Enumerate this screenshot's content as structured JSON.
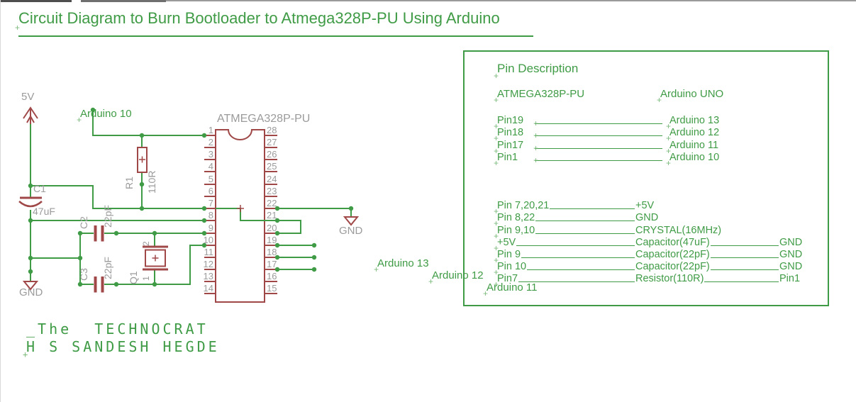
{
  "colors": {
    "green": "#3f9b45",
    "red": "#a04848",
    "gray": "#9b9b9b"
  },
  "title": "Circuit Diagram to Burn Bootloader to Atmega328P-PU Using Arduino",
  "schematic": {
    "ic": {
      "name": "ATMEGA328P-PU",
      "left_pins": [
        "1",
        "2",
        "3",
        "4",
        "5",
        "6",
        "7",
        "8",
        "9",
        "10",
        "11",
        "12",
        "13",
        "14"
      ],
      "right_pins": [
        "28",
        "27",
        "26",
        "25",
        "24",
        "23",
        "22",
        "21",
        "20",
        "19",
        "18",
        "17",
        "16",
        "15"
      ]
    },
    "labels": {
      "vcc": "5V",
      "arduino10": "Arduino 10",
      "arduino13": "Arduino 13",
      "arduino12": "Arduino 12",
      "arduino11": "Arduino 11",
      "gnd_left": "GND",
      "gnd_right": "GND"
    },
    "components": {
      "r1_ref": "R1",
      "r1_val": "110R",
      "c1_ref": "C1",
      "c1_val": "47uF",
      "c2_ref": "C2",
      "c2_val": "22pF",
      "c3_ref": "C3",
      "c3_val": "22pF",
      "q1_ref": "Q1",
      "q1_pin2": "2",
      "q1_pin1": "1"
    }
  },
  "pin_description": {
    "heading": "Pin Description",
    "left_column": "ATMEGA328P-PU",
    "right_column": "Arduino UNO",
    "mappings": [
      {
        "pin": "Pin19",
        "target": "Arduino 13"
      },
      {
        "pin": "Pin18",
        "target": "Arduino 12"
      },
      {
        "pin": "Pin17",
        "target": "Arduino 11"
      },
      {
        "pin": "Pin1",
        "target": "Arduino 10"
      }
    ],
    "details": [
      {
        "left": "Pin 7,20,21",
        "mid": "+5V",
        "right": ""
      },
      {
        "left": "Pin 8,22",
        "mid": "GND",
        "right": ""
      },
      {
        "left": "Pin 9,10",
        "mid": "CRYSTAL(16MHz)",
        "right": ""
      },
      {
        "left": "+5V",
        "mid": "Capacitor(47uF)",
        "right": "GND"
      },
      {
        "left": "Pin 9",
        "mid": "Capacitor(22pF)",
        "right": "GND"
      },
      {
        "left": "Pin 10",
        "mid": "Capacitor(22pF)",
        "right": "GND"
      },
      {
        "left": "Pin7",
        "mid": "Resistor(110R)",
        "right": "Pin1"
      }
    ]
  },
  "signature": {
    "line1": "_The  TECHNOCRAT",
    "line2": "H S SANDESH HEGDE"
  }
}
